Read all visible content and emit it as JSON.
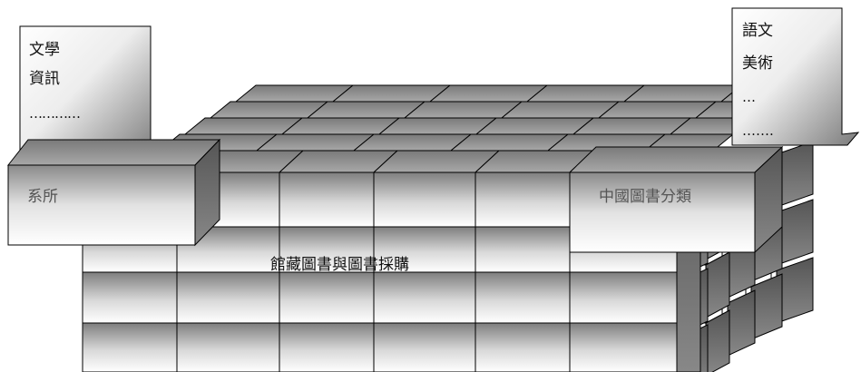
{
  "note_left": {
    "lines": [
      "文學",
      "資訊",
      "…………"
    ]
  },
  "note_right": {
    "lines": [
      "語文",
      "美術",
      "…",
      "……."
    ]
  },
  "bars": {
    "left_label": "系所",
    "right_label": "中國圖書分類"
  },
  "center_label": "館藏圖書與圖書採購"
}
